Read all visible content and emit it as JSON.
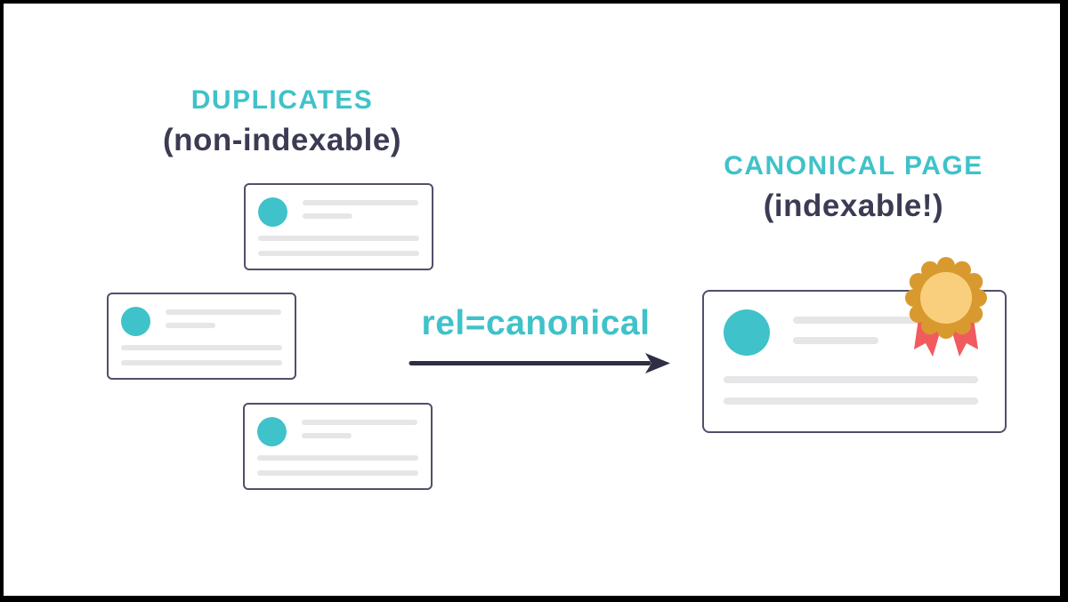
{
  "diagram": {
    "duplicates_group": {
      "title": "DUPLICATES",
      "subtitle": "(non-indexable)",
      "card_count": 3
    },
    "canonical_group": {
      "title": "CANONICAL PAGE",
      "subtitle": "(indexable!)"
    },
    "relation": {
      "label": "rel=canonical",
      "arrow_icon": "arrow-right-icon"
    },
    "badge_icon": "award-ribbon-icon",
    "colors": {
      "teal": "#3FC2C9",
      "dark_navy": "#3B3B54",
      "card_border": "#50506A",
      "card_line_gray": "#E6E6E8",
      "arrow": "#2E2E45",
      "badge_gold_dark": "#D89A2E",
      "badge_gold_light": "#F9CF7D",
      "badge_ribbon_red": "#F15B60",
      "frame_black": "#000000",
      "background": "#FFFFFF"
    }
  }
}
